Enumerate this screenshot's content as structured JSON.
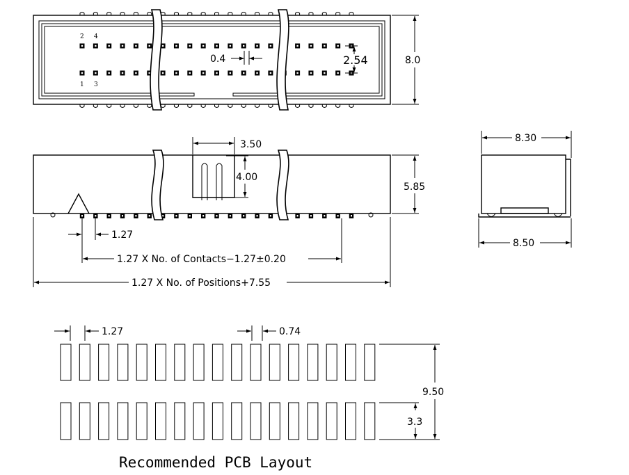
{
  "top_view": {
    "pin_labels": {
      "top_first": "2",
      "top_second": "4",
      "bottom_first": "1",
      "bottom_second": "3"
    },
    "dims": {
      "gap": "0.4",
      "pitch": "2.54",
      "height": "8.0"
    }
  },
  "front_view": {
    "dims": {
      "pin_width": "3.50",
      "pin_height": "4.00",
      "body_height": "5.85",
      "pitch": "1.27",
      "contacts_formula": "1.27 X No. of Contacts−1.27±0.20",
      "positions_formula": "1.27 X No. of Positions+7.55"
    }
  },
  "side_view": {
    "dims": {
      "top_width": "8.30",
      "bottom_width": "8.50"
    }
  },
  "pcb_layout": {
    "dims": {
      "pitch": "1.27",
      "pad_width": "0.74",
      "total_height": "9.50",
      "pad_height": "3.3"
    },
    "caption": "Recommended PCB Layout"
  }
}
